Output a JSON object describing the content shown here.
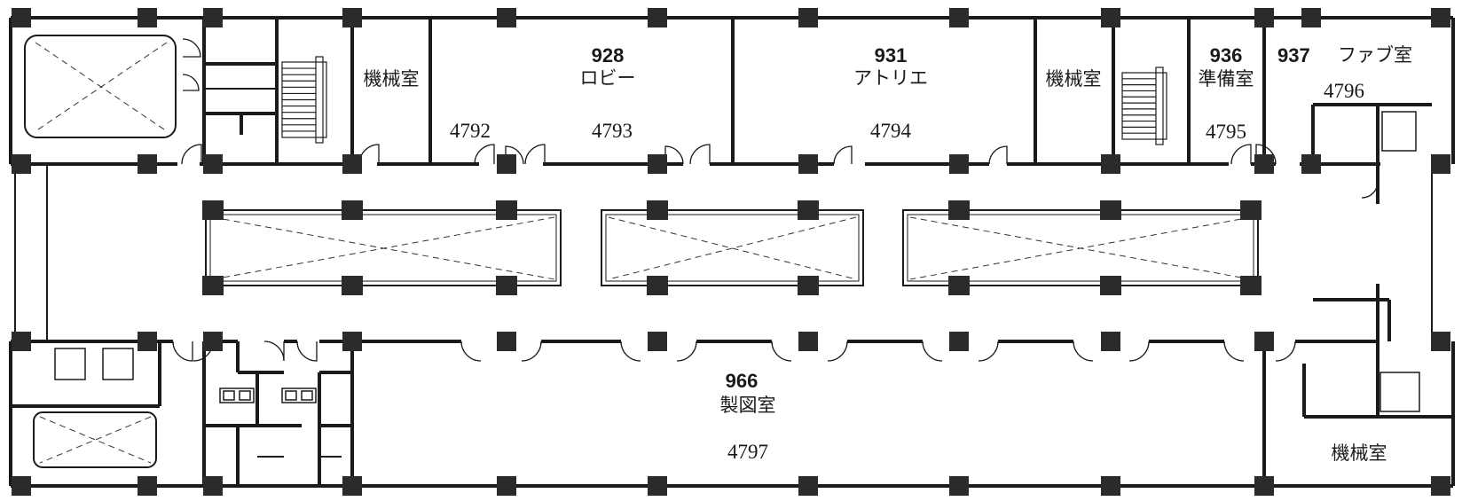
{
  "rooms": {
    "mech_a": {
      "name": "機械室"
    },
    "r928": {
      "number": "928",
      "name": "ロビー",
      "code": "4793"
    },
    "r931": {
      "number": "931",
      "name": "アトリエ",
      "code": "4794"
    },
    "mech_b": {
      "name": "機械室"
    },
    "r936": {
      "number": "936",
      "name": "準備室",
      "code": "4795"
    },
    "r937": {
      "number": "937",
      "name": "ファブ室",
      "code": "4796"
    },
    "r966": {
      "number": "966",
      "name": "製図室",
      "code": "4797"
    },
    "mech_c": {
      "name": "機械室"
    }
  },
  "codes": {
    "c4792": "4792"
  },
  "colors": {
    "wall": "#1a1a1a",
    "column": "#2b2b2b",
    "background": "#ffffff"
  }
}
